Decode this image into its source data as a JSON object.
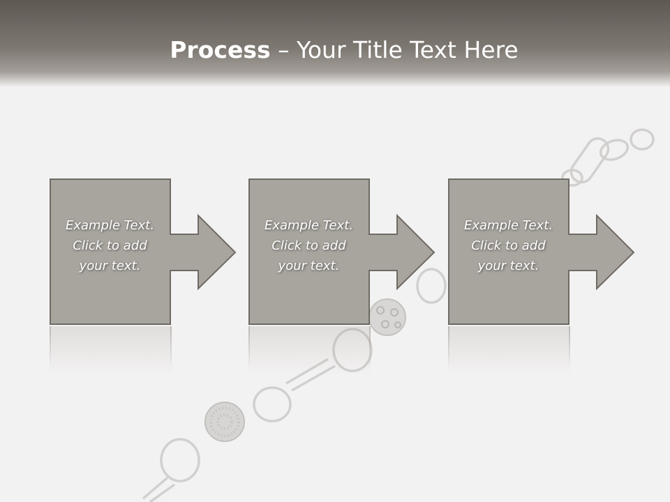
{
  "slide": {
    "title_bold": "Process",
    "title_rest": " – Your Title Text Here"
  },
  "steps": [
    {
      "lines": [
        "Example Text.",
        "Click  to add",
        "your text."
      ]
    },
    {
      "lines": [
        "Example Text.",
        "Click  to add",
        "your text."
      ]
    },
    {
      "lines": [
        "Example Text.",
        "Click  to add",
        "your text."
      ]
    }
  ],
  "colors": {
    "title_bar": "#6b6560",
    "box_fill": "#a8a49e",
    "box_border": "#6e6a64",
    "background": "#f3f2f2"
  },
  "decor": {
    "image": "silver-chain-bracelet"
  }
}
